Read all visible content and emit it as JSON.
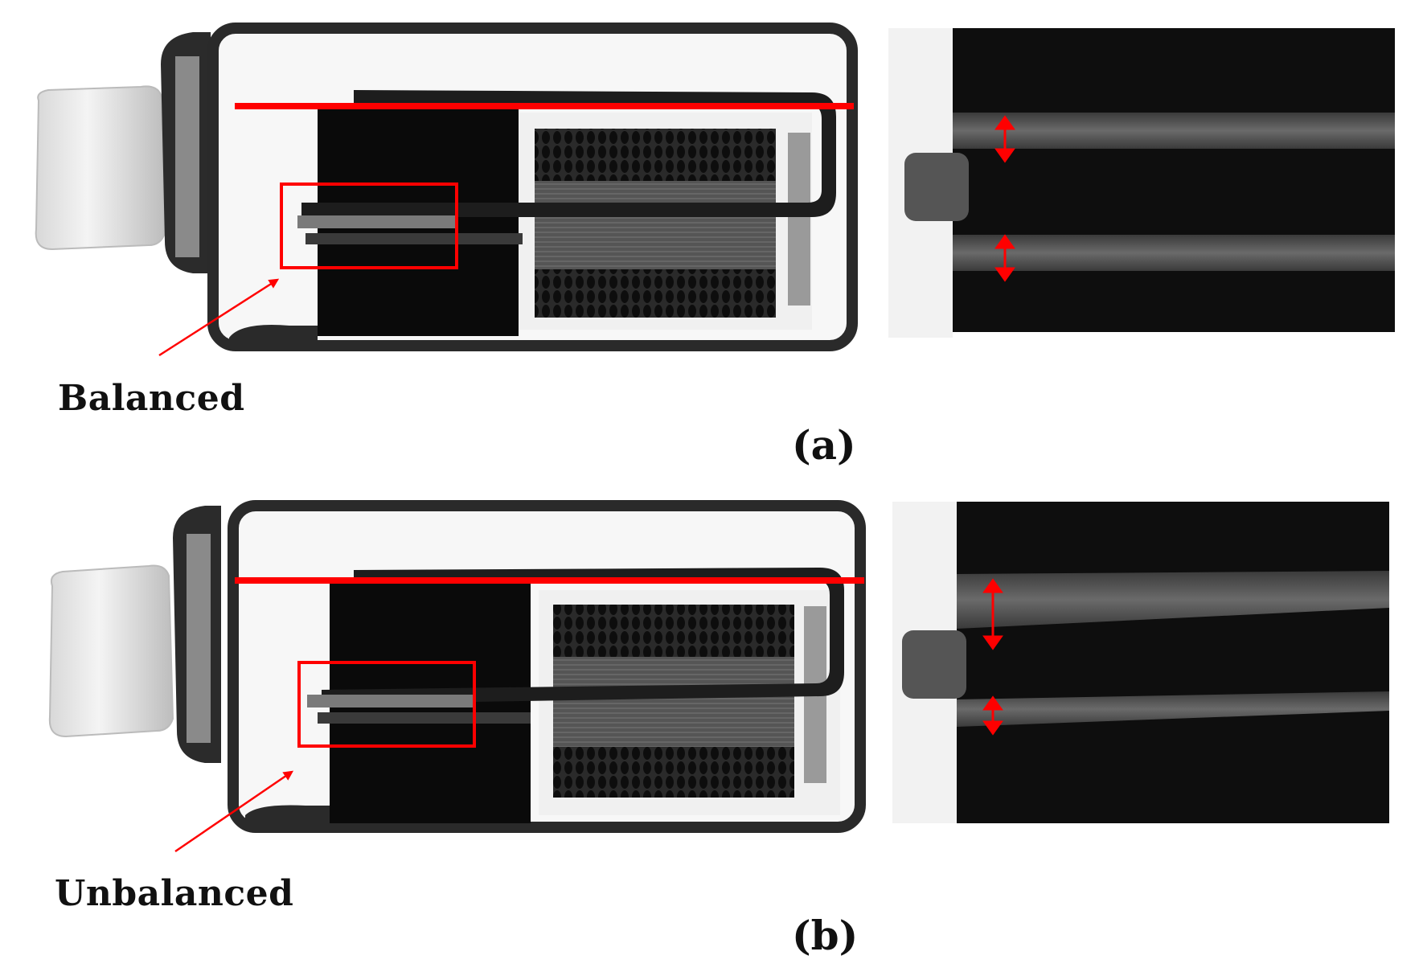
{
  "figure": {
    "panels": [
      {
        "id": "a",
        "state_label": "Balanced",
        "panel_label": "(a)"
      },
      {
        "id": "b",
        "state_label": "Unbalanced",
        "panel_label": "(b)"
      }
    ],
    "colors": {
      "annotation_red": "#ff0000",
      "housing_dark": "#1a1a1a",
      "background": "#ffffff"
    },
    "icons": [
      "double-headed-arrow-icon",
      "pointer-arrow-icon"
    ]
  }
}
